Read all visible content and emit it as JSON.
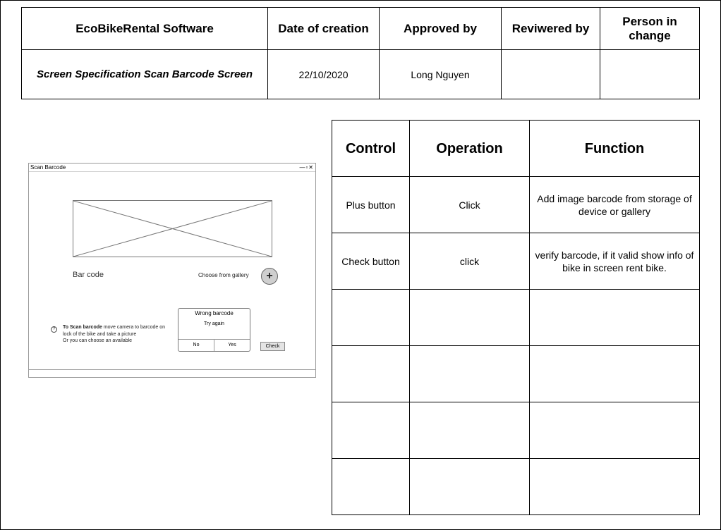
{
  "header": {
    "columns": [
      "EcoBikeRental Software",
      "Date of creation",
      "Approved by",
      "Reviwered by",
      "Person in change"
    ],
    "values": [
      "Screen Specification Scan Barcode  Screen",
      "22/10/2020",
      "Long Nguyen",
      "",
      ""
    ]
  },
  "mockup": {
    "window_title": "Scan Barcode",
    "window_controls": "—▫✕",
    "barcode_label": "Bar code",
    "gallery_label": "Choose from gallery",
    "plus_symbol": "+",
    "help_symbol": "?",
    "hint_bold": "To Scan barcode",
    "hint_rest": " move camera to barcode on lock of the bike and take a picture",
    "hint_line2": "Or you can choose an available",
    "dialog": {
      "title": "Wrong barcode",
      "message": "Try again",
      "no_label": "No",
      "yes_label": "Yes"
    },
    "check_label": "Check"
  },
  "spec": {
    "headers": [
      "Control",
      "Operation",
      "Function"
    ],
    "rows": [
      {
        "control": "Plus button",
        "operation": "Click",
        "function": "Add image barcode from storage of device or gallery"
      },
      {
        "control": "Check button",
        "operation": "click",
        "function": "verify barcode, if it valid show info of bike in screen rent bike."
      },
      {
        "control": "",
        "operation": "",
        "function": ""
      },
      {
        "control": "",
        "operation": "",
        "function": ""
      },
      {
        "control": "",
        "operation": "",
        "function": ""
      },
      {
        "control": "",
        "operation": "",
        "function": ""
      }
    ]
  }
}
